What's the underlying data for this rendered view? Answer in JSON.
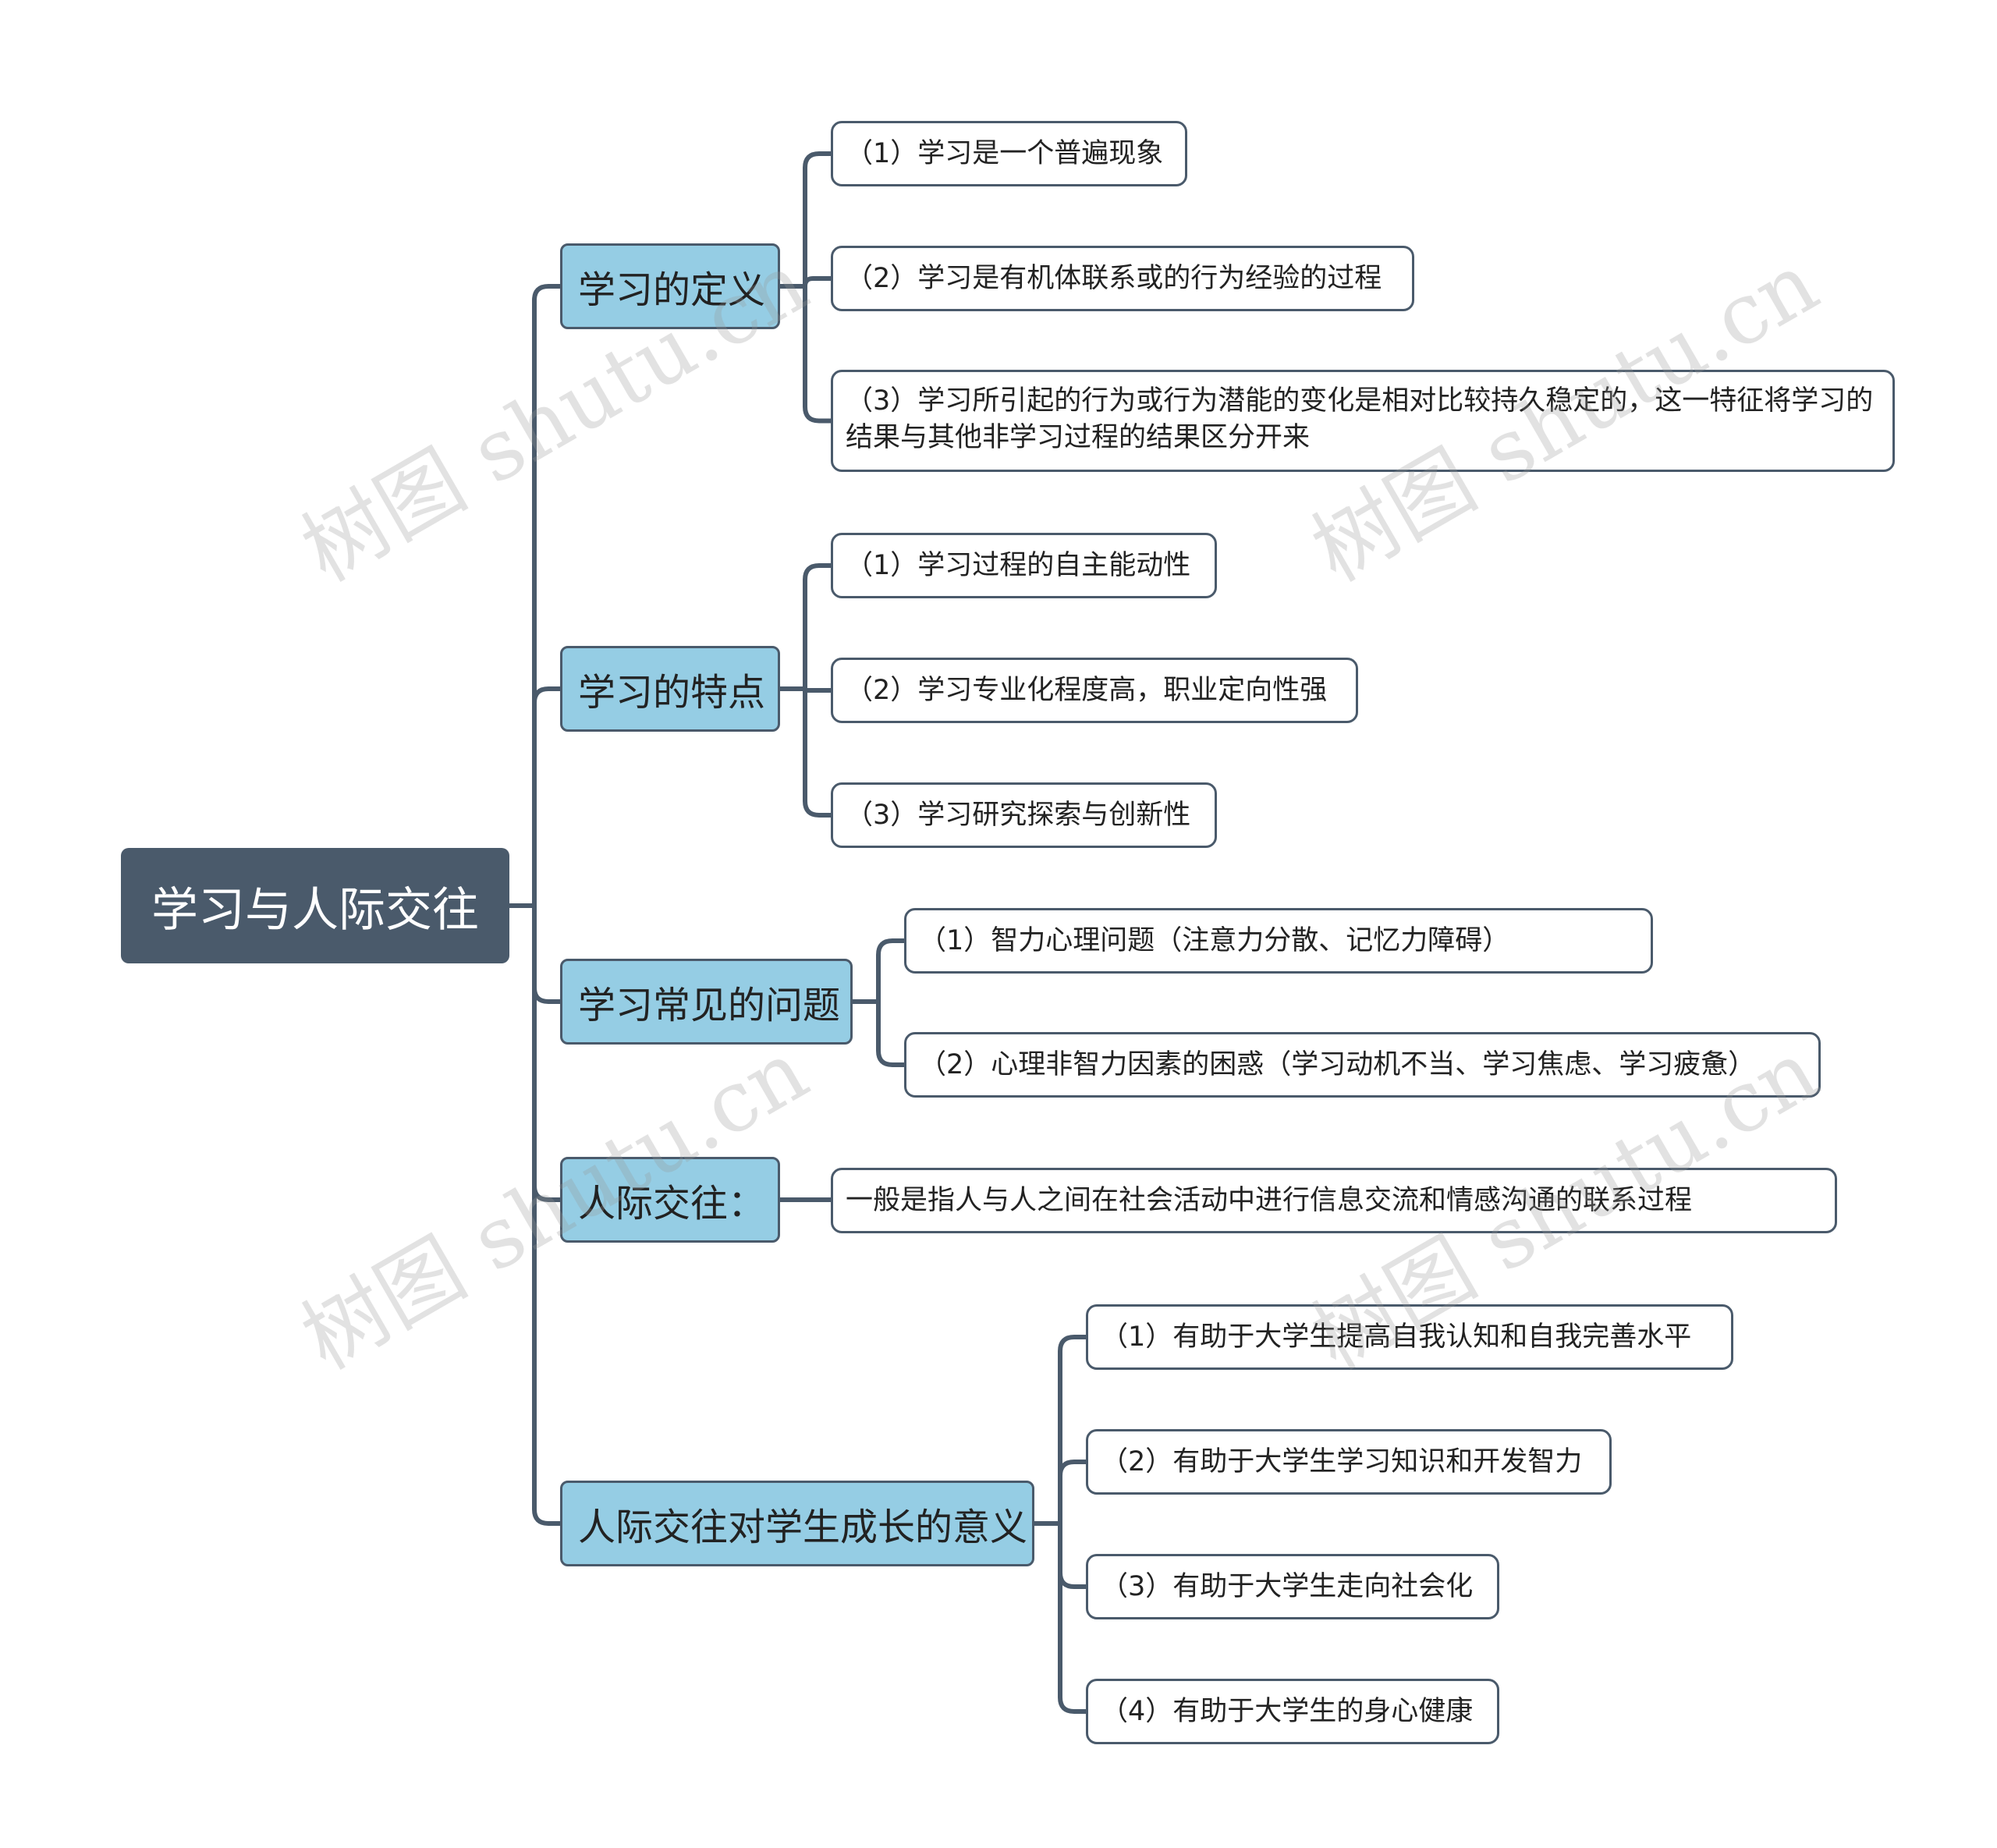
{
  "root": {
    "label": "学习与人际交往"
  },
  "branches": [
    {
      "label": "学习的定义",
      "children": [
        "（1）学习是一个普遍现象",
        "（2）学习是有机体联系或的行为经验的过程",
        "（3）学习所引起的行为或行为潜能的变化是相对比较持久稳定的，这一特征将学习的结果与其他非学习过程的结果区分开来"
      ]
    },
    {
      "label": "学习的特点",
      "children": [
        "（1）学习过程的自主能动性",
        "（2）学习专业化程度高，职业定向性强",
        "（3）学习研究探索与创新性"
      ]
    },
    {
      "label": "学习常见的问题",
      "children": [
        "（1）智力心理问题（注意力分散、记忆力障碍）",
        "（2）心理非智力因素的困惑（学习动机不当、学习焦虑、学习疲惫）"
      ]
    },
    {
      "label": "人际交往：",
      "children": [
        "一般是指人与人之间在社会活动中进行信息交流和情感沟通的联系过程"
      ]
    },
    {
      "label": "人际交往对学生成长的意义",
      "children": [
        "（1）有助于大学生提高自我认知和自我完善水平",
        "（2）有助于大学生学习知识和开发智力",
        "（3）有助于大学生走向社会化",
        "（4）有助于大学生的身心健康"
      ]
    }
  ],
  "watermark": "树图 shutu.cn",
  "colors": {
    "root": "#4a5a6b",
    "branch": "#95cde4",
    "line": "#4a5a6b",
    "leaf_border": "#4a5a6b"
  }
}
